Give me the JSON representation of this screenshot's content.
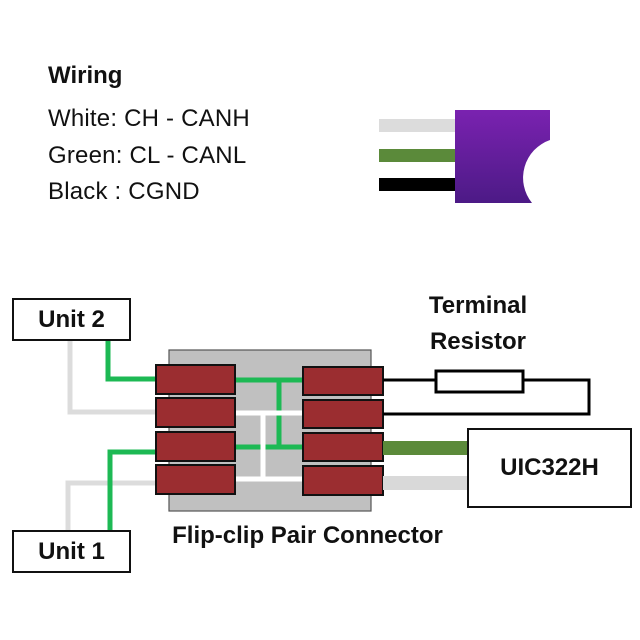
{
  "legend": {
    "title": "Wiring",
    "lines": [
      "White: CH - CANH",
      "Green: CL - CANL",
      "Black : CGND"
    ]
  },
  "colors": {
    "wire_white": "#dcdcdc",
    "wire_green_legend": "#5b8a3a",
    "wire_black": "#000000",
    "plug_purple_top": "#7a22b0",
    "plug_purple_bottom": "#4c1a86",
    "bus_green": "#1db954",
    "bus_white": "#ffffff",
    "pin_red": "#9b2d30",
    "connector_gray": "#c0c0c0",
    "uic_green": "#5b8a3a",
    "uic_gray": "#d9d9d9"
  },
  "diagram": {
    "unit2_label": "Unit 2",
    "unit1_label": "Unit 1",
    "terminal_resistor_label_line1": "Terminal",
    "terminal_resistor_label_line2": "Resistor",
    "device_label": "UIC322H",
    "connector_label": "Flip-clip Pair Connector"
  }
}
